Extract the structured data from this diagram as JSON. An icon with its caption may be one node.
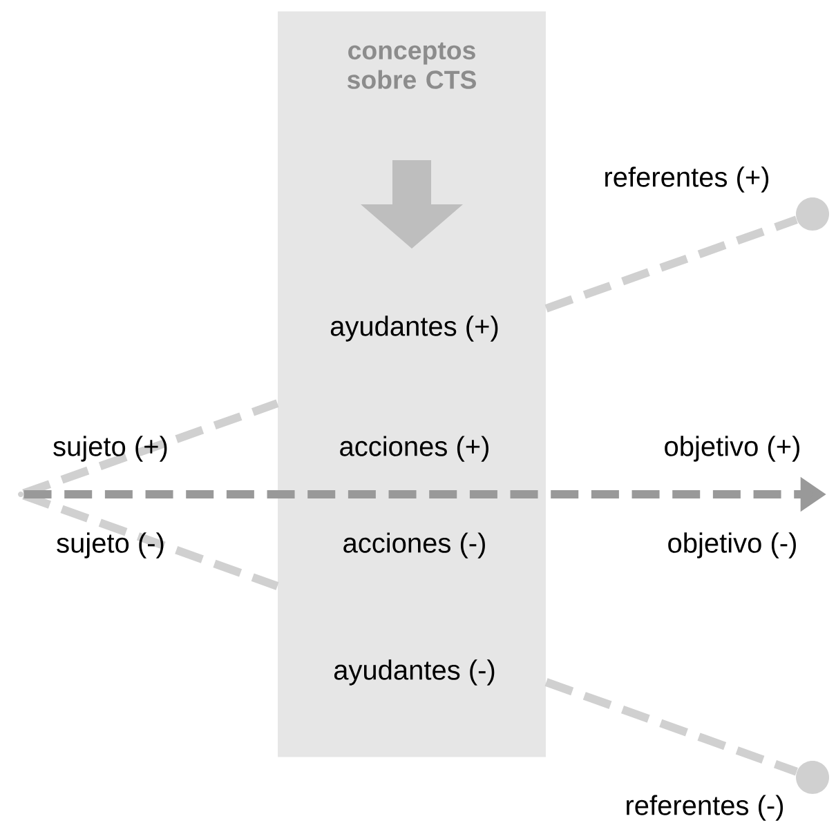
{
  "diagram": {
    "nodes": [
      {
        "text": [
          "conceptos sobre CTS"
        ]
      },
      {
        "text": [],
        "shape": "point"
      },
      {
        "text": [],
        "shape": "circle",
        "beside": [
          "referentes (+)"
        ]
      },
      {
        "text": [],
        "shape": "circle",
        "beside": [
          "referentes (-)"
        ]
      }
    ],
    "edges": [
      {
        "from": 1,
        "to": 0,
        "arrow": "none",
        "style": "dashed"
      },
      {
        "from": 0,
        "to": 2,
        "arrow": "none",
        "style": "dashed"
      },
      {
        "from": 1,
        "to": 0,
        "arrow": "none",
        "style": "dashed"
      },
      {
        "from": 0,
        "to": 3,
        "arrow": "none",
        "style": "dashed"
      },
      {
        "from": 1,
        "to": null,
        "arrow": "to",
        "style": "dashed",
        "color": "#999999"
      }
    ],
    "labels": [
      "ayudantes (+)",
      "sujeto (+)",
      "acciones (+)",
      "objetivo (+)",
      "sujeto (-)",
      "acciones (-)",
      "objetivo (-)",
      "ayudantes (-)"
    ]
  }
}
